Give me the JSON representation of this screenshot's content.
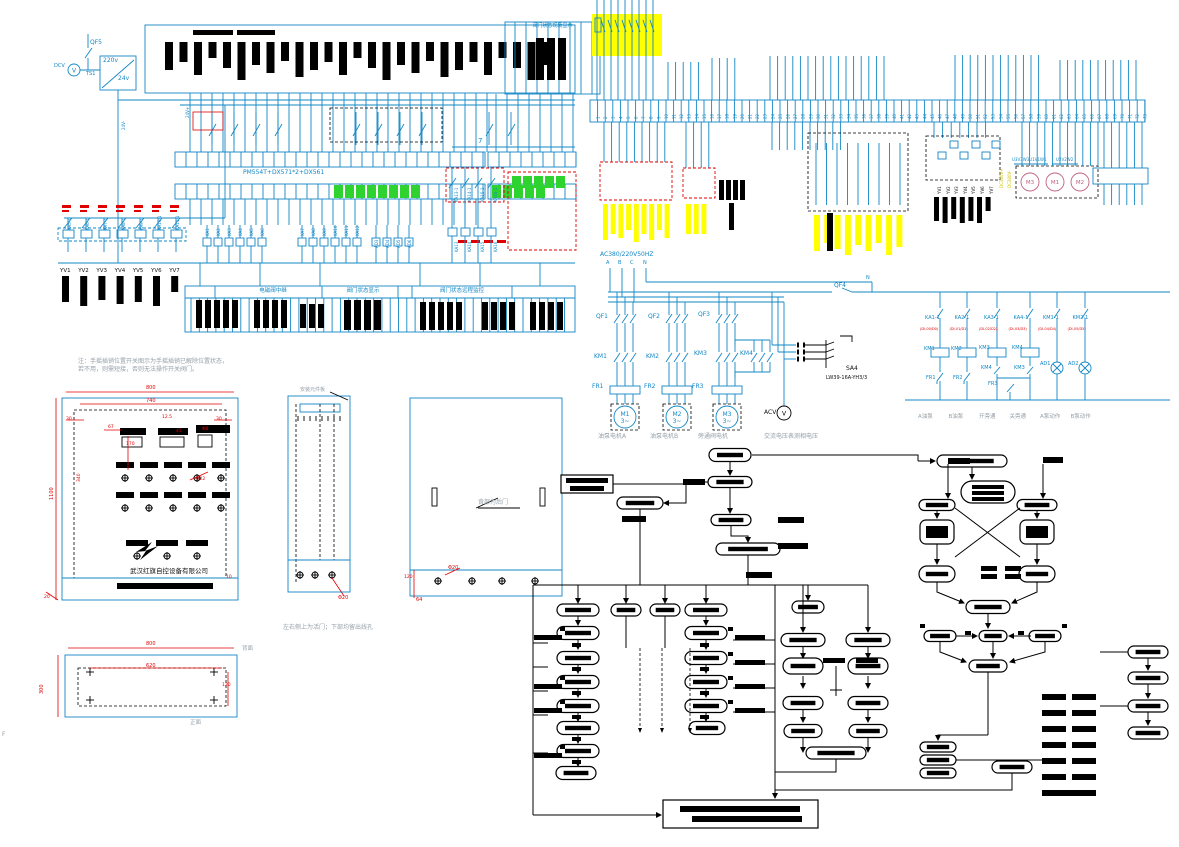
{
  "colors": {
    "wire": "#1287c6",
    "red": "#e00000",
    "yellow": "#ffff00",
    "green": "#2fd32f",
    "gray_caption": "#96a0a8",
    "motor_pink": "#c06080",
    "black": "#000000"
  },
  "page": {
    "margin_letter": "F"
  },
  "top_left": {
    "dcv": "DCV",
    "qf5": "QF5",
    "ts1": "TS1",
    "v_primary": "220v",
    "v_secondary": "24v",
    "wire_24p": "24V+",
    "wire_24n": "24V-",
    "wire_7": "7",
    "plc_model": "PM554T+DX571*2+DX561",
    "local_display_title": "阀门状态现场显示",
    "ka_contact_labels": [
      "KA5-1",
      "KA6-1",
      "KA7-1",
      "KA8-1",
      "KA9-1",
      "KA10-1",
      "KA11-1"
    ],
    "yv_labels": [
      "YV1",
      "YV2",
      "YV3",
      "YV4",
      "YV5",
      "YV6",
      "YV7"
    ],
    "ka_coil_labels_a": [
      "KA1",
      "KA2",
      "KA3",
      "KA4",
      "KA5",
      "KA6"
    ],
    "ka_coil_labels_b": [
      "KA7",
      "KA8",
      "KA9",
      "KA10",
      "KA11",
      "KA12"
    ],
    "ad_coil_labels": [
      "AD3",
      "AD4",
      "AD5",
      "AD6"
    ],
    "ka2_contact_labels": [
      "KA13-1",
      "KA14-1",
      "KA15-1",
      "KA16-1"
    ],
    "ka2_coil_labels": [
      "KA13",
      "KA14",
      "KA15",
      "KA16"
    ],
    "strip_headers": [
      "电磁阀中继",
      "阀门状态显示",
      "阀门状态远程监控"
    ]
  },
  "top_right": {
    "terminals": [
      "1",
      "2",
      "3",
      "4",
      "5",
      "6",
      "7",
      "8",
      "9",
      "10",
      "11",
      "12",
      "13",
      "14",
      "15",
      "16",
      "17",
      "18",
      "19",
      "20",
      "21",
      "22",
      "23",
      "24",
      "25",
      "26",
      "27",
      "28",
      "29",
      "30",
      "31",
      "32",
      "33",
      "34",
      "35",
      "36",
      "37",
      "38",
      "39",
      "40",
      "41",
      "42",
      "43",
      "44",
      "45",
      "46",
      "47",
      "48",
      "49",
      "50",
      "51",
      "52",
      "53",
      "54",
      "55",
      "56",
      "57",
      "58",
      "59",
      "60",
      "61",
      "62",
      "63",
      "64",
      "65",
      "66",
      "67",
      "68",
      "69",
      "70",
      "71",
      "72",
      "73"
    ],
    "ac_source": "AC380/220V50HZ",
    "yv_labels": [
      "YV1",
      "YV2",
      "YV3",
      "YV4",
      "YV5",
      "YV6",
      "YV7"
    ],
    "motor_terminals_a": "U3V3W3U1V1W1",
    "motor_terminals_b": "U2V2W2",
    "motor_names": [
      "M3",
      "M1",
      "M2"
    ],
    "dc_labels": [
      "DC380V+",
      "DC380V-"
    ]
  },
  "power": {
    "source": "AC380/220V50HZ",
    "phases": [
      "A",
      "B",
      "C",
      "N"
    ],
    "n_right": "N",
    "breakers": [
      "QF1",
      "QF2",
      "QF3"
    ],
    "qf4": "QF4",
    "contactors": [
      "KM1",
      "KM2",
      "KM3",
      "KM4"
    ],
    "thermal": [
      "FR1",
      "FR2",
      "FR3"
    ],
    "motors": [
      {
        "name": "M1",
        "phase": "3~"
      },
      {
        "name": "M2",
        "phase": "3~"
      },
      {
        "name": "M3",
        "phase": "3~"
      }
    ],
    "sa4": "SA4",
    "sa4_model": "LW39-16A-YH3/3",
    "acv": "ACV",
    "volt_symbol": "V",
    "captions": [
      "油泵电机A",
      "油泵电机B",
      "旁通阀电机",
      "交流电压表测相电压"
    ]
  },
  "control": {
    "contacts": [
      "KA1-1",
      "KA2-1",
      "KA3-1",
      "KA4-1",
      "KM1-1",
      "KM2-1"
    ],
    "notes": [
      "(DI-00/D0)",
      "(DI-01/D1)",
      "(DI-02/D2)",
      "(DI-03/D3)",
      "(DI-04/D4)",
      "(DI-05/D5)"
    ],
    "coils": [
      "KM1",
      "KM2",
      "KM3",
      "KM4"
    ],
    "interlocks": [
      "KM4",
      "KM3"
    ],
    "thermal": [
      "FR1",
      "FR2",
      "FR3"
    ],
    "indicators": [
      "AD1",
      "AD2"
    ],
    "captions": [
      "A油泵",
      "B油泵",
      "开旁通",
      "关旁通",
      "A泵动作",
      "B泵动作"
    ]
  },
  "cabinet": {
    "note_line1": "注：手摇插销位置开关图示为手摇插销已解除位置状态，",
    "note_line2": "若不用，则需短接，否则无法操作开关阀门。",
    "company": "武汉红旗自控设备有限公司",
    "front_dims": {
      "w": "800",
      "inner": "740",
      "h": "1100",
      "m_left": "30",
      "m_right": "30",
      "d67": "67",
      "d170": "170",
      "d125": "12.5",
      "d45": "45",
      "phi8": "Φ8",
      "phi22": "Φ22",
      "d340": "340",
      "d20": "20",
      "d10": "10"
    },
    "mount_label": "安装元件板",
    "door_label": "背部为后门",
    "sides_caption": "左右侧上为活门；下部均留出线孔",
    "side_phi20": "Φ20",
    "door_phi20": "Φ20",
    "door_120": "120",
    "door_64": "64",
    "top_view": {
      "w": "800",
      "inner": "620",
      "h": "300",
      "r": "120",
      "back": "背面",
      "front": "正面"
    }
  }
}
